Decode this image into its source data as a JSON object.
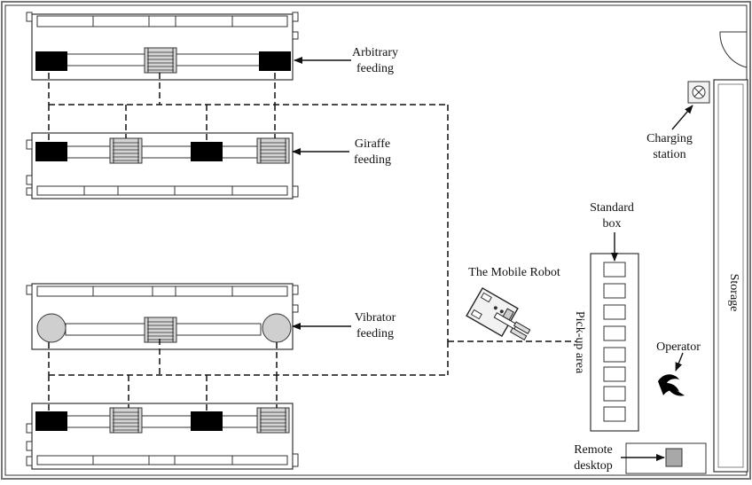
{
  "labels": {
    "arbitrary_line1": "Arbitrary",
    "arbitrary_line2": "feeding",
    "giraffe_line1": "Giraffe",
    "giraffe_line2": "feeding",
    "vibrator_line1": "Vibrator",
    "vibrator_line2": "feeding",
    "charging_line1": "Charging",
    "charging_line2": "station",
    "standard_line1": "Standard",
    "standard_line2": "box",
    "mobile_robot": "The Mobile Robot",
    "pickup_area": "Pick-up area",
    "operator": "Operator",
    "remote_line1": "Remote",
    "remote_line2": "desktop",
    "storage": "Storage"
  },
  "colors": {
    "stroke": "#333333",
    "feeder_black": "#000000",
    "roller_gray": "#d4d4d4",
    "vibrator_gray": "#cfcfcf",
    "desktop_gray": "#a8a8a8",
    "border_gray": "#777777"
  },
  "icons": {
    "charging": "circle-x-icon",
    "operator": "operator-figure-icon",
    "robot": "mobile-robot-icon"
  }
}
